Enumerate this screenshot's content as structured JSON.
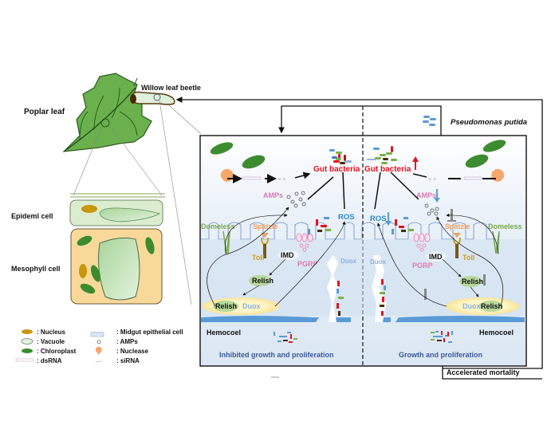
{
  "labels": {
    "poplar_leaf": "Poplar leaf",
    "willow_leaf_beetle": "Willow leaf beetle",
    "epidermal_cell": "Epideml cell",
    "mesophyll_cell": "Mesophyll cell",
    "pseudomonas": "Pseudomonas putida",
    "accelerated_mortality": "Accelerated mortality"
  },
  "left_panel": {
    "gut_bacteria": "Gut bacteria",
    "amps": "AMPs",
    "ros": "ROS",
    "domeless": "Domeless",
    "spatzle": "Spätzle",
    "toll": "Toll",
    "imd": "IMD",
    "pgrp": "PGRP",
    "duox_membrane": "Duox",
    "relish_top": "Relish",
    "relish_nucleus": "Relish",
    "duox_nucleus": "Duox",
    "hemocoel": "Hemocoel",
    "outcome": "Inhibited growth and proliferation"
  },
  "right_panel": {
    "gut_bacteria": "Gut bacteria",
    "amps": "AMPs",
    "ros": "ROS",
    "domeless": "Domeless",
    "spatzle": "Spätzle",
    "toll": "Toll",
    "imd": "IMD",
    "pgrp": "PGRP",
    "duox_membrane": "Duox",
    "relish_top": "Relish",
    "relish_nucleus": "Relish",
    "duox_nucleus": "Duox",
    "hemocoel": "Hemocoel",
    "outcome": "Growth and proliferation"
  },
  "legend": [
    {
      "icon": "nucleus-icon",
      "label": ": Nucleus"
    },
    {
      "icon": "vacuole-icon",
      "label": ": Vacuole"
    },
    {
      "icon": "chloroplast-icon",
      "label": ": Chloroplast"
    },
    {
      "icon": "dsrna-icon",
      "label": ": dsRNA"
    },
    {
      "icon": "midgut-epithelial-cell-icon",
      "label": ": Midgut epithelial cell"
    },
    {
      "icon": "amps-icon",
      "label": ": AMPs"
    },
    {
      "icon": "nuclease-icon",
      "label": ": Nuclease"
    },
    {
      "icon": "sirna-icon",
      "label": ": siRNA"
    }
  ],
  "colors": {
    "leaf_green": "#6ab04c",
    "chloroplast": "#3d8b2f",
    "nucleus": "#c8950f",
    "gut_bacteria_red": "#e8111d",
    "amps_pink": "#d97ab0",
    "ros_blue": "#2e86c8",
    "domeless_green": "#7aa84a",
    "spatzle_orange": "#f0a060",
    "toll_gold": "#c8a020",
    "pgrp_pink": "#e07ab0",
    "outcome_blue": "#3a5a9a",
    "nuclease_orange": "#f5a86a"
  }
}
